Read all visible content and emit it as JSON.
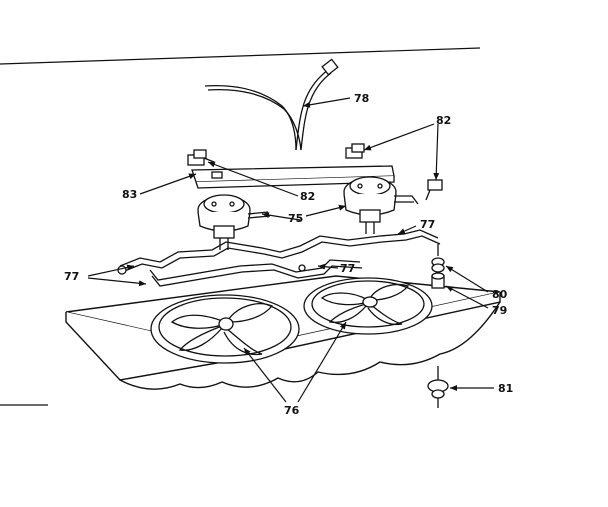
{
  "diagram": {
    "callouts": {
      "c78": "78",
      "c82_top": "82",
      "c83": "83",
      "c82_mid": "82",
      "c75": "75",
      "c77_right": "77",
      "c77_left": "77",
      "c77_center": "77",
      "c80": "80",
      "c79": "79",
      "c76": "76",
      "c81": "81"
    }
  },
  "colors": {
    "ink": "#111111",
    "paper": "#ffffff"
  }
}
